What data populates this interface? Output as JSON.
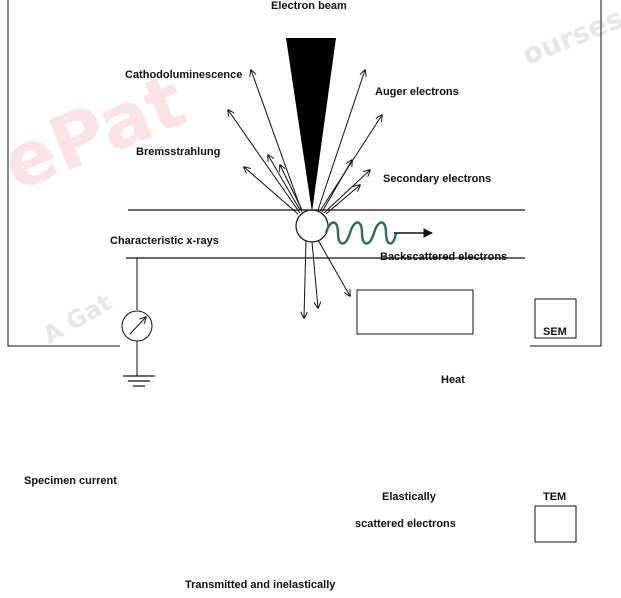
{
  "diagram": {
    "beam_label": "Electron beam",
    "labels": {
      "cathodoluminescence": "Cathodoluminescence",
      "auger": "Auger electrons",
      "bremsstrahlung": "Bremsstrahlung",
      "secondary": "Secondary electrons",
      "characteristic_xrays": "Characteristic x-rays",
      "backscattered": "Backscattered electrons",
      "heat": "Heat",
      "specimen_current": "Specimen current",
      "elastically": "Elastically",
      "scattered_electrons": "scattered electrons",
      "transmitted": "Transmitted and inelastically"
    },
    "boxes": {
      "sem": "SEM",
      "tem": "TEM"
    },
    "colors": {
      "beam": "#000000",
      "lines": "#111111",
      "coil": "#2e6b5a",
      "watermark_red": "#e8505b",
      "watermark_gray": "#9aa0a6"
    },
    "icons": {
      "ammeter": "ammeter-icon",
      "ground": "ground-icon",
      "coil": "coil-icon"
    }
  },
  "watermark": {
    "brand": "ePat",
    "tagline": "A Gat",
    "tail": "ourses"
  }
}
